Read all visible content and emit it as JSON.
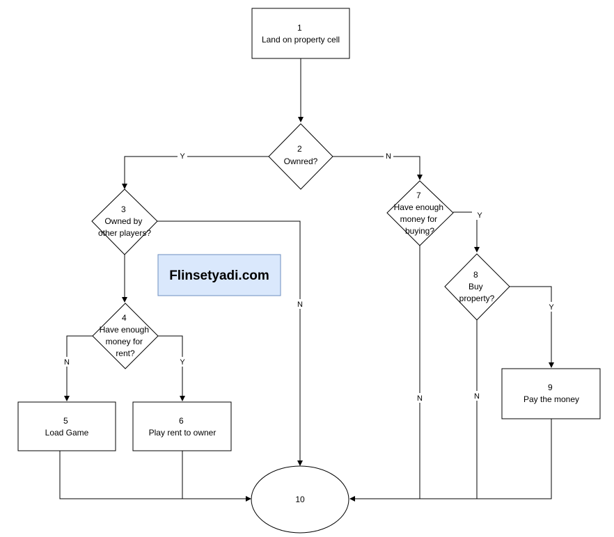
{
  "nodes": {
    "n1": {
      "num": "1",
      "lines": [
        "Land on property cell"
      ]
    },
    "n2": {
      "num": "2",
      "lines": [
        "Ownred?"
      ]
    },
    "n3": {
      "num": "3",
      "lines": [
        "Owned by",
        "other players?"
      ]
    },
    "n4": {
      "num": "4",
      "lines": [
        "Have enough",
        "money for",
        "rent?"
      ]
    },
    "n5": {
      "num": "5",
      "lines": [
        "Load Game"
      ]
    },
    "n6": {
      "num": "6",
      "lines": [
        "Play rent to owner"
      ]
    },
    "n7": {
      "num": "7",
      "lines": [
        "Have enough",
        "money for",
        "buying?"
      ]
    },
    "n8": {
      "num": "8",
      "lines": [
        "Buy",
        "property?"
      ]
    },
    "n9": {
      "num": "9",
      "lines": [
        "Pay the money"
      ]
    },
    "n10": {
      "num": "10",
      "lines": []
    }
  },
  "edge_labels": {
    "e2_3": "Y",
    "e2_7": "N",
    "e3_10": "N",
    "e4_5": "N",
    "e4_6": "Y",
    "e7_8": "Y",
    "e7_10": "N",
    "e8_9": "Y",
    "e8_10": "N"
  },
  "watermark": {
    "text": "Flinsetyadi.com",
    "fill": "#dae8fc",
    "stroke": "#6c8ebf"
  }
}
